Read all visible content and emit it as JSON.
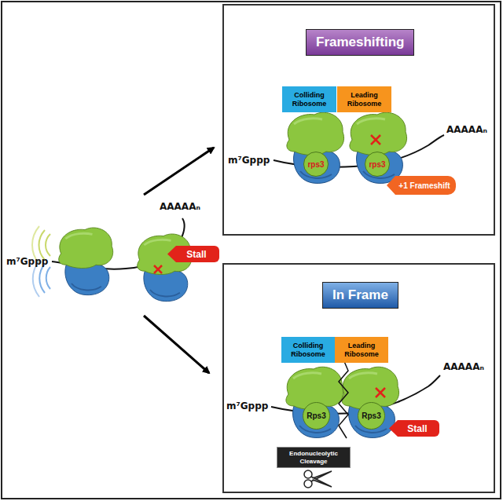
{
  "diagram": {
    "nodes": [
      {
        "text": [
          "Stall"
        ]
      },
      {
        "text": [
          "Frameshifting"
        ]
      },
      {
        "text": [
          "Colliding Ribosome"
        ],
        "in": 1
      },
      {
        "text": [
          "Leading Ribosome"
        ],
        "in": 1
      },
      {
        "text": [
          "rps3"
        ],
        "in": 1
      },
      {
        "text": [
          "rps3"
        ],
        "in": 1
      },
      {
        "text": [
          "+1 Frameshift"
        ],
        "in": 1
      },
      {
        "text": [
          "In Frame"
        ]
      },
      {
        "text": [
          "Colliding Ribosome"
        ],
        "in": 7
      },
      {
        "text": [
          "Leading Ribosome"
        ],
        "in": 7
      },
      {
        "text": [
          "Rps3"
        ],
        "in": 7
      },
      {
        "text": [
          "Rps3"
        ],
        "in": 7
      },
      {
        "text": [
          "Stall"
        ],
        "in": 7
      },
      {
        "text": [
          "Endonucleolytic Cleavage"
        ],
        "in": 7
      }
    ],
    "labels": [
      "m⁷Gppp",
      "AAAAAₙ",
      "m⁷Gppp",
      "AAAAAₙ",
      "m⁷Gppp",
      "AAAAAₙ"
    ]
  }
}
